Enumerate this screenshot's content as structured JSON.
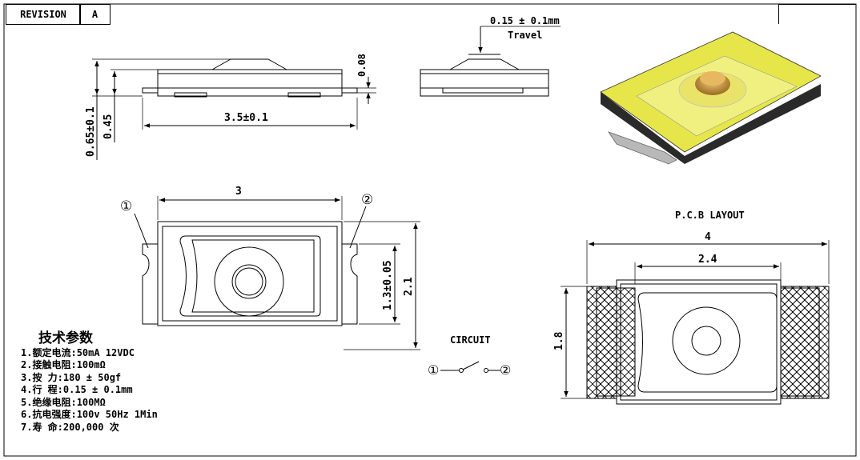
{
  "revision": {
    "label": "REVISION",
    "value": "A"
  },
  "side_view": {
    "height_total": "0.65±0.1",
    "height_body": "0.45",
    "terminal_height": "0.08",
    "length": "3.5±0.1"
  },
  "travel_view": {
    "travel_value": "0.15 ± 0.1mm",
    "travel_label": "Travel"
  },
  "top_view": {
    "width": "3",
    "height": "2.1",
    "inner": "1.3±0.05",
    "pin1": "①",
    "pin2": "②"
  },
  "circuit": {
    "title": "CIRCUIT",
    "pin1": "①",
    "pin2": "②"
  },
  "pcb": {
    "title": "P.C.B LAYOUT",
    "width": "4",
    "inner_width": "2.4",
    "height": "1.8"
  },
  "specs": {
    "title": "技术参数",
    "items": [
      {
        "key": "1.额定电流:",
        "value": "50mA 12VDC"
      },
      {
        "key": "2.接触电阻:",
        "value": "100mΩ"
      },
      {
        "key": "3.按      力:",
        "value": "180 ± 50gf"
      },
      {
        "key": "4.行      程:",
        "value": "0.15 ± 0.1mm"
      },
      {
        "key": "5.绝缘电阻:",
        "value": "100MΩ"
      },
      {
        "key": "6.抗电强度:",
        "value": "100v 50Hz 1Min"
      },
      {
        "key": "7.寿      命:",
        "value": "200,000  次"
      }
    ]
  },
  "colors": {
    "line": "#000000",
    "switch_yellow": "#e6e64a",
    "switch_body": "#2a2a2a",
    "actuator": "#c8a040",
    "terminal": "#b8b8b8"
  }
}
